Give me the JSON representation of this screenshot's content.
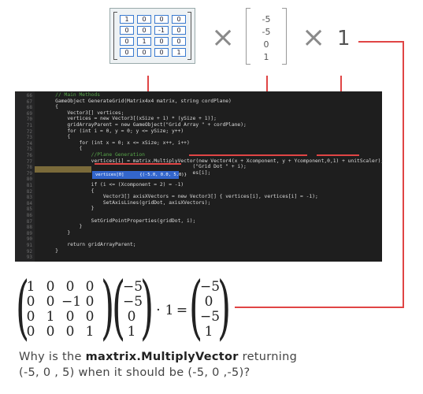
{
  "top_matrix": {
    "rows": [
      [
        "1",
        "0",
        "0",
        "0"
      ],
      [
        "0",
        "0",
        "-1",
        "0"
      ],
      [
        "0",
        "1",
        "0",
        "0"
      ],
      [
        "0",
        "0",
        "0",
        "1"
      ]
    ]
  },
  "top_vector": [
    "-5",
    "-5",
    "0",
    "1"
  ],
  "top_operator": "×",
  "top_scalar": "1",
  "code": {
    "line_numbers": [
      "66",
      "67",
      "68",
      "69",
      "70",
      "71",
      "72",
      "73",
      "74",
      "75",
      "76",
      "77",
      "78",
      "79",
      "80",
      "81",
      "82",
      "83",
      "84",
      "85",
      "86",
      "87",
      "88",
      "89",
      "90",
      "91",
      "92",
      "93"
    ],
    "lines": [
      "    // Main Methods",
      "    GameObject GenerateGrid(Matrix4x4 matrix, string cordPlane)",
      "    {",
      "        Vector3[] vertices;",
      "        vertices = new Vector3[(xSize + 1) * (ySize + 1)];",
      "        gridArrayParent = new GameObject(\"Grid Array \" + cordPlane);",
      "        for (int i = 0, y = 0; y <= ySize; y++)",
      "        {",
      "            for (int x = 0; x <= xSize; x++, i++)",
      "            {",
      "                //Plane Generation",
      "                vertices[i] = matrix.MultiplyVector(new Vector4(x + Xcomponent, y + Ycomponent,0,1) + unitScaler);",
      "                                                  (\"Grid Dot \" + i);",
      "                                                  es[i];",
      "",
      "                if (i <= (Xcomponent = 2) = -1)",
      "                {",
      "                    Vector3[] axisXVectors = new Vector3[] { vertices[i], vertices[i] = -1);",
      "                    SetAxisLines(gridDot, axisXVectors);",
      "                }",
      "",
      "                SetGridPointProperties(gridDot, i);",
      "            }",
      "        }",
      "",
      "        return gridArrayParent;",
      "    }",
      ""
    ],
    "tooltip": "vertices[0]      {(-5.0, 0.0, 5.0)}"
  },
  "equation": {
    "matrix": [
      [
        "1",
        "0",
        "0",
        "0"
      ],
      [
        "0",
        "0",
        "−1",
        "0"
      ],
      [
        "0",
        "1",
        "0",
        "0"
      ],
      [
        "0",
        "0",
        "0",
        "1"
      ]
    ],
    "vector": [
      "−5",
      "−5",
      "0",
      "1"
    ],
    "dot": "·",
    "scalar": "1",
    "equals": "=",
    "result": [
      "−5",
      "0",
      "−5",
      "1"
    ]
  },
  "question": {
    "part1": "Why is the ",
    "bold": "maxtrix.MultiplyVector",
    "part2": " returning",
    "line2": "(-5, 0 , 5) when it should be (-5, 0 ,-5)?"
  }
}
